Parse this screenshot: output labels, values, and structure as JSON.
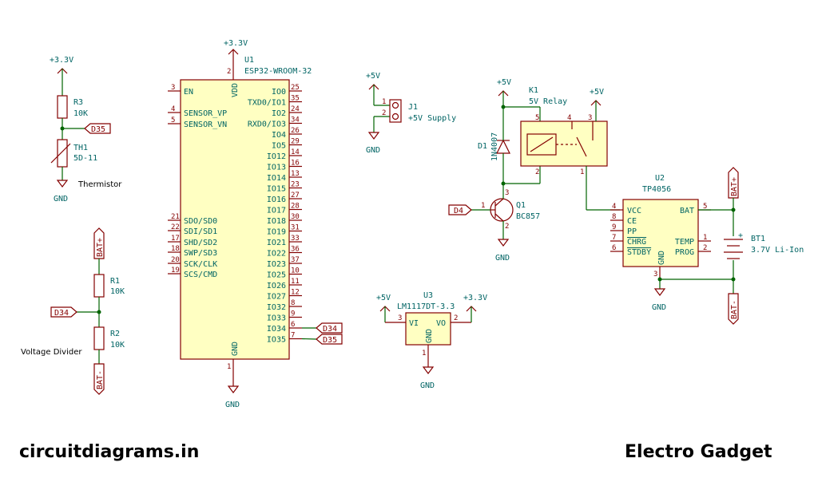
{
  "footer": {
    "left": "circuitdiagrams.in",
    "right": "Electro Gadget"
  },
  "power": {
    "p33": "+3.3V",
    "p5": "+5V",
    "gnd": "GND"
  },
  "thermistor": {
    "r3_ref": "R3",
    "r3_val": "10K",
    "th_ref": "TH1",
    "th_val": "5D-11",
    "title": "Thermistor",
    "net": "D35"
  },
  "divider": {
    "bat_p": "BAT+",
    "r1_ref": "R1",
    "r1_val": "10K",
    "r2_ref": "R2",
    "r2_val": "10K",
    "net": "D34",
    "bat_n": "BAT-",
    "title": "Voltage Divider"
  },
  "esp32": {
    "ref": "U1",
    "val": "ESP32-WROOM-32",
    "vdd": "VDD",
    "gnd": "GND",
    "vdd_pin": "2",
    "gnd_pin": "1",
    "left_pins": [
      {
        "name": "EN",
        "num": "3"
      },
      {
        "name": "SENSOR_VP",
        "num": "4"
      },
      {
        "name": "SENSOR_VN",
        "num": "5"
      },
      {
        "name": "SDO/SD0",
        "num": "21"
      },
      {
        "name": "SDI/SD1",
        "num": "22"
      },
      {
        "name": "SHD/SD2",
        "num": "17"
      },
      {
        "name": "SWP/SD3",
        "num": "18"
      },
      {
        "name": "SCK/CLK",
        "num": "20"
      },
      {
        "name": "SCS/CMD",
        "num": "19"
      }
    ],
    "right_pins": [
      {
        "name": "IO0",
        "num": "25"
      },
      {
        "name": "TXD0/IO1",
        "num": "35"
      },
      {
        "name": "IO2",
        "num": "24"
      },
      {
        "name": "RXD0/IO3",
        "num": "34"
      },
      {
        "name": "IO4",
        "num": "26"
      },
      {
        "name": "IO5",
        "num": "29"
      },
      {
        "name": "IO12",
        "num": "14"
      },
      {
        "name": "IO13",
        "num": "16"
      },
      {
        "name": "IO14",
        "num": "13"
      },
      {
        "name": "IO15",
        "num": "23"
      },
      {
        "name": "IO16",
        "num": "27"
      },
      {
        "name": "IO17",
        "num": "28"
      },
      {
        "name": "IO18",
        "num": "30"
      },
      {
        "name": "IO19",
        "num": "31"
      },
      {
        "name": "IO21",
        "num": "33"
      },
      {
        "name": "IO22",
        "num": "36"
      },
      {
        "name": "IO23",
        "num": "37"
      },
      {
        "name": "IO25",
        "num": "10"
      },
      {
        "name": "IO26",
        "num": "11"
      },
      {
        "name": "IO27",
        "num": "12"
      },
      {
        "name": "IO32",
        "num": "8"
      },
      {
        "name": "IO33",
        "num": "9"
      },
      {
        "name": "IO34",
        "num": "6"
      },
      {
        "name": "IO35",
        "num": "7"
      }
    ],
    "net34": "D34",
    "net35": "D35"
  },
  "j1": {
    "ref": "J1",
    "val": "+5V Supply",
    "p1": "1",
    "p2": "2"
  },
  "u3": {
    "ref": "U3",
    "val": "LM1117DT-3.3",
    "vi": "VI",
    "vo": "VO",
    "gnd": "GND",
    "p3": "3",
    "p2": "2",
    "p1": "1"
  },
  "relay": {
    "ref": "K1",
    "val": "5V Relay",
    "d1_ref": "D1",
    "d1_val": "1N4007",
    "q1_ref": "Q1",
    "q1_val": "BC857",
    "net": "D4",
    "p5": "5",
    "p4": "4",
    "p3": "3",
    "p2": "2",
    "p1": "1",
    "q3": "3",
    "q2": "2",
    "q1p": "1"
  },
  "u2": {
    "ref": "U2",
    "val": "TP4056",
    "left": [
      {
        "name": "VCC",
        "num": "4"
      },
      {
        "name": "CE",
        "num": "8"
      },
      {
        "name": "PP",
        "num": "9"
      },
      {
        "name": "CHRG",
        "num": "7"
      },
      {
        "name": "STDBY",
        "num": "6"
      }
    ],
    "right": [
      {
        "name": "BAT",
        "num": "5"
      },
      {
        "name": "TEMP",
        "num": "1"
      },
      {
        "name": "PROG",
        "num": "2"
      }
    ],
    "gnd": "GND",
    "gnd_num": "3"
  },
  "bt1": {
    "ref": "BT1",
    "val": "3.7V Li-Ion",
    "plus": "+",
    "bat_p": "BAT+",
    "bat_n": "BAT-"
  }
}
